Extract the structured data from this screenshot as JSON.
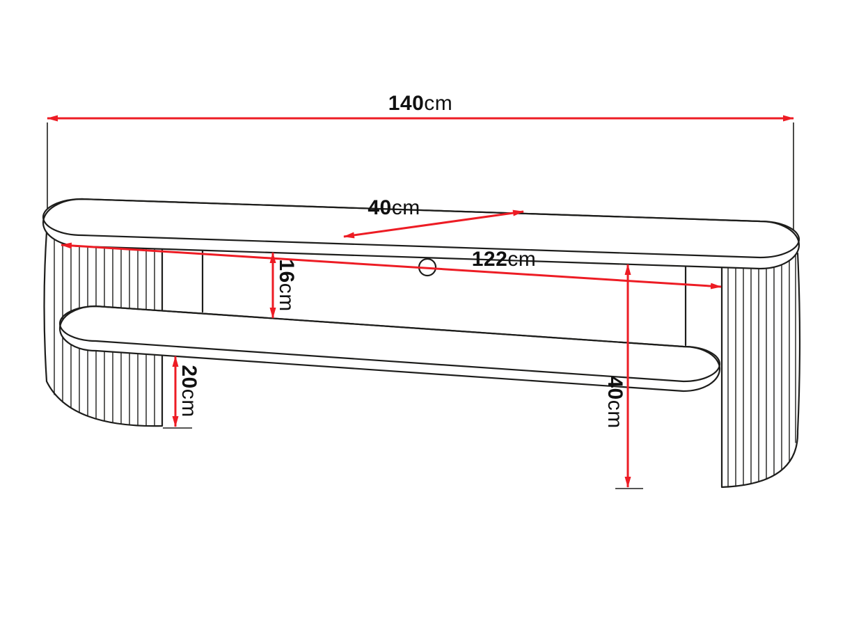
{
  "diagram_type": "furniture-dimension-drawing",
  "subject": "tv-stand-with-fluted-legs",
  "colors": {
    "line": "#1d1d1b",
    "dimension_red": "#ed1c24",
    "background": "#ffffff"
  },
  "dimensions": {
    "overall_width": {
      "value": "140",
      "unit": "cm"
    },
    "depth": {
      "value": "40",
      "unit": "cm"
    },
    "inner_width": {
      "value": "122",
      "unit": "cm"
    },
    "shelf_opening_height": {
      "value": "16",
      "unit": "cm"
    },
    "under_shelf_height": {
      "value": "20",
      "unit": "cm"
    },
    "leg_height": {
      "value": "40",
      "unit": "cm"
    }
  }
}
